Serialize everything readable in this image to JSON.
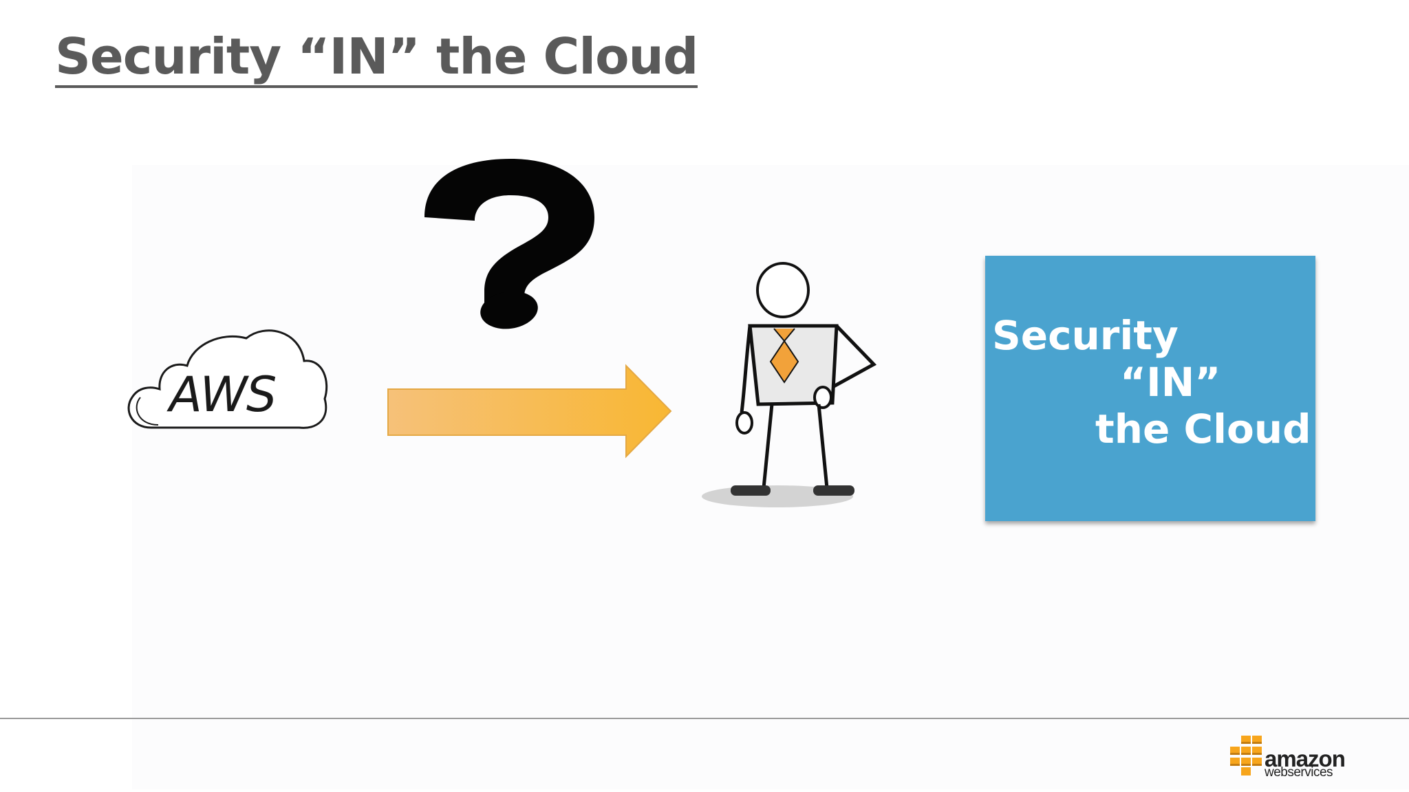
{
  "slide": {
    "title": "Security “IN” the Cloud"
  },
  "cloud": {
    "label": "AWS",
    "icon": "cloud-icon"
  },
  "question_mark": {
    "glyph": "?",
    "icon": "question-mark-icon"
  },
  "arrow": {
    "icon": "arrow-right-icon",
    "color": "#f6b94a"
  },
  "figure": {
    "icon": "person-with-tie-icon",
    "tie_color": "#f2a23a"
  },
  "callout": {
    "line1": "Security",
    "line2": "“IN”",
    "line3": "the Cloud",
    "color": "#4aa3cf"
  },
  "footer": {
    "logo_word": "amazon",
    "logo_sub": "webservices",
    "logo_icon": "aws-cubes-icon",
    "accent": "#f7a51c"
  }
}
